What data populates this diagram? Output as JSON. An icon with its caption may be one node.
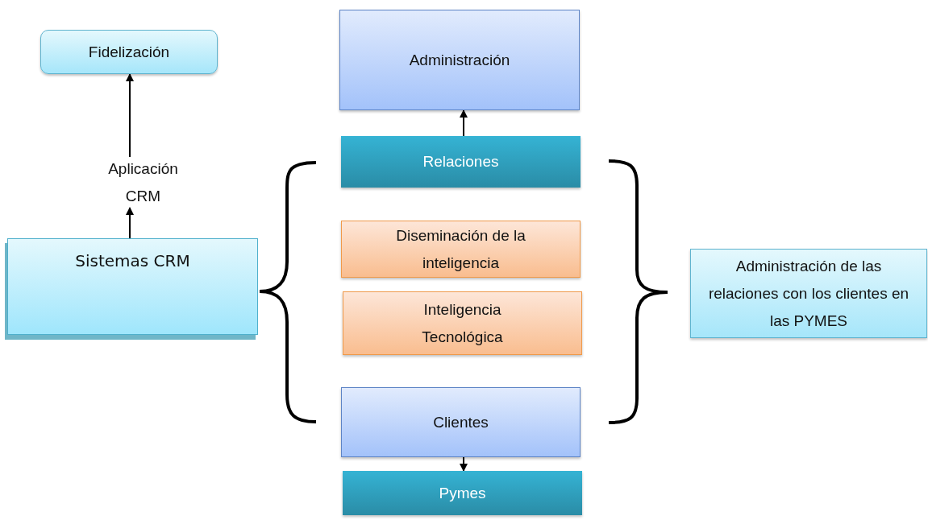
{
  "diagram": {
    "nodes": [
      {
        "text": [
          "Fidelización"
        ]
      },
      {
        "text": [
          "Aplicación CRM"
        ]
      },
      {
        "text": [
          "Sistemas CRM"
        ]
      },
      {
        "text": [
          "Administración"
        ]
      },
      {
        "text": [
          "Relaciones"
        ]
      },
      {
        "text": [
          "Diseminación de la inteligencia"
        ]
      },
      {
        "text": [
          "Inteligencia Tecnológica"
        ]
      },
      {
        "text": [
          "Clientes"
        ]
      },
      {
        "text": [
          "Pymes"
        ]
      },
      {
        "text": [
          "Administración de las relaciones con los clientes en las PYMES"
        ]
      }
    ],
    "edges": [
      {
        "from": 2,
        "to": 1,
        "arrow": "to"
      },
      {
        "from": 1,
        "to": 0,
        "arrow": "to"
      },
      {
        "from": 4,
        "to": 3,
        "arrow": "to"
      },
      {
        "from": 7,
        "to": 8,
        "arrow": "to"
      }
    ]
  }
}
